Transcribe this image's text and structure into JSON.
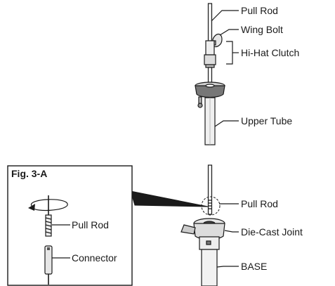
{
  "labels": {
    "pull_rod_top": "Pull Rod",
    "wing_bolt": "Wing Bolt",
    "hihat_clutch": "Hi-Hat Clutch",
    "upper_tube": "Upper Tube",
    "pull_rod_bottom": "Pull Rod",
    "die_cast_joint": "Die-Cast Joint",
    "base": "BASE"
  },
  "inset": {
    "title": "Fig. 3-A",
    "pull_rod": "Pull Rod",
    "connector": "Connector"
  },
  "colors": {
    "line": "#1a1a1a",
    "part_fill": "#e6e6e6",
    "dark_fill": "#555555",
    "background": "#ffffff"
  }
}
